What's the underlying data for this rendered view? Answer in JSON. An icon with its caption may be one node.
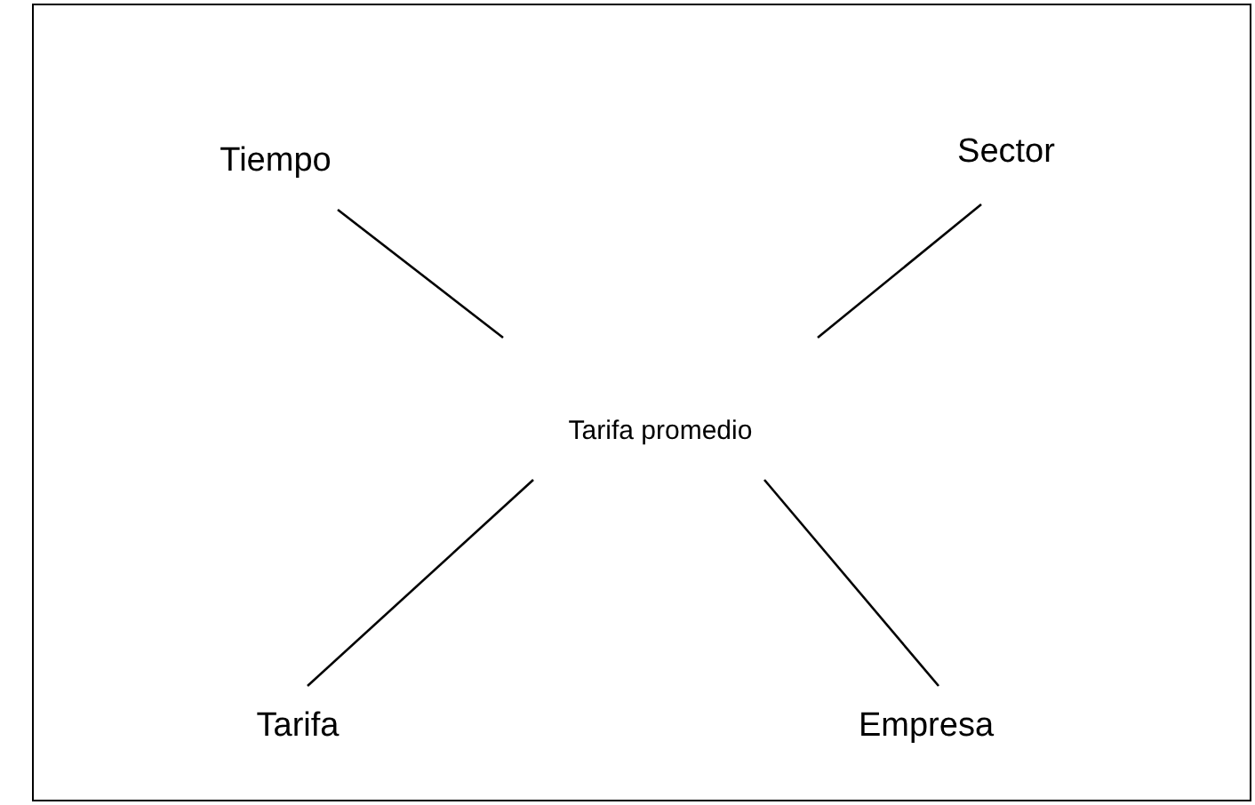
{
  "diagram": {
    "nodes": [
      {
        "text": [
          "Tiempo"
        ]
      },
      {
        "text": [
          "Sector"
        ]
      },
      {
        "text": [
          "Tarifa promedio"
        ]
      },
      {
        "text": [
          "Tarifa"
        ]
      },
      {
        "text": [
          "Empresa"
        ]
      }
    ],
    "edges": [
      {
        "from": 2,
        "to": 0,
        "arrow": "none"
      },
      {
        "from": 2,
        "to": 1,
        "arrow": "none"
      },
      {
        "from": 2,
        "to": 3,
        "arrow": "none"
      },
      {
        "from": 2,
        "to": 4,
        "arrow": "none"
      }
    ]
  }
}
